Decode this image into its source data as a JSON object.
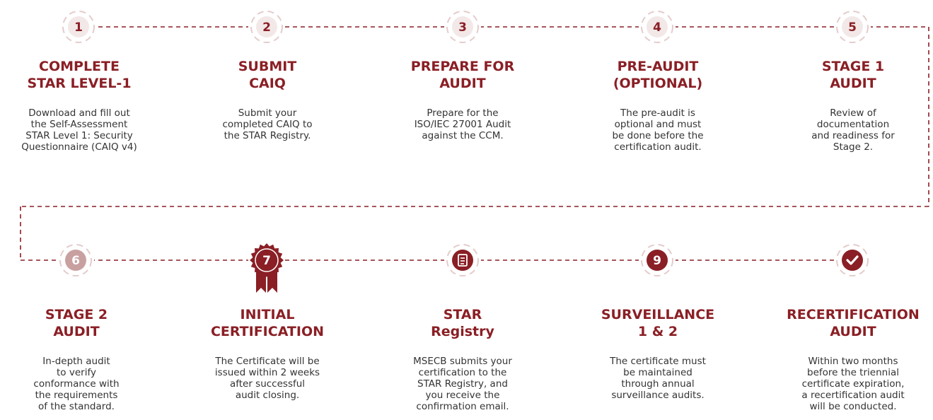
{
  "colors": {
    "accent": "#8a1f25",
    "accent_light": "#c9a0a0",
    "dashed_line": "#8a1f25",
    "badge_ring": "#e4cccc",
    "text": "#333333"
  },
  "steps": [
    {
      "marker": "1",
      "marker_style": "light-circle",
      "title": "COMPLETE\nSTAR LEVEL-1",
      "description": "Download and fill out\nthe Self-Assessment\nSTAR Level 1: Security\nQuestionnaire (CAIQ v4)"
    },
    {
      "marker": "2",
      "marker_style": "light-circle",
      "title": "SUBMIT\nCAIQ",
      "description": "Submit your\ncompleted CAIQ to\nthe STAR Registry."
    },
    {
      "marker": "3",
      "marker_style": "light-circle",
      "title": "PREPARE FOR\nAUDIT",
      "description": "Prepare for the\nISO/IEC 27001 Audit\nagainst the CCM."
    },
    {
      "marker": "4",
      "marker_style": "light-circle",
      "title": "PRE-AUDIT\n(OPTIONAL)",
      "description": "The pre-audit is\noptional and must\nbe done before the\ncertification audit."
    },
    {
      "marker": "5",
      "marker_style": "light-circle",
      "title": "STAGE 1\nAUDIT",
      "description": "Review of\ndocumentation\nand readiness for\nStage 2."
    },
    {
      "marker": "6",
      "marker_style": "medium-circle",
      "title": "STAGE 2\nAUDIT",
      "description": "In-depth audit\nto verify\nconformance with\nthe requirements\nof the standard."
    },
    {
      "marker": "7",
      "marker_style": "award-badge",
      "title": "INITIAL\nCERTIFICATION",
      "description": "The Certificate will be\nissued within 2 weeks\nafter successful\naudit closing."
    },
    {
      "marker": "document-icon",
      "marker_style": "dark-circle-icon",
      "title": "STAR\nRegistry",
      "description": "MSECB submits your\ncertification to the\nSTAR Registry, and\nyou receive the\nconfirmation email."
    },
    {
      "marker": "9",
      "marker_style": "dark-circle",
      "title": "SURVEILLANCE\n1 & 2",
      "description": "The certificate must\nbe maintained\nthrough annual\nsurveillance audits."
    },
    {
      "marker": "check-icon",
      "marker_style": "dark-circle-icon",
      "title": "RECERTIFICATION\nAUDIT",
      "description": "Within two months\nbefore the triennial\ncertificate expiration,\na recertification audit\nwill be conducted."
    }
  ]
}
